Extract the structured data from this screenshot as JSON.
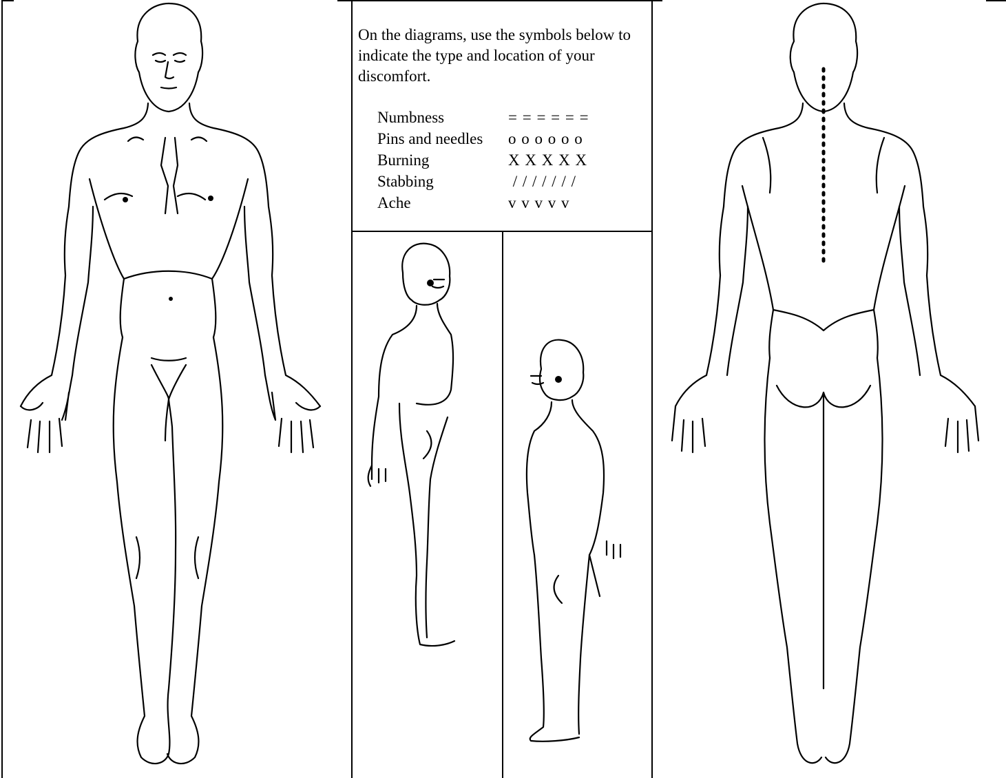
{
  "instructions": "On the diagrams, use the symbols below to indicate the type and location of your discomfort.",
  "legend": [
    {
      "label": "Numbness",
      "symbol": "= = = = = ="
    },
    {
      "label": "Pins and needles",
      "symbol": "o o o o o o"
    },
    {
      "label": "Burning",
      "symbol": "X X X X X"
    },
    {
      "label": "Stabbing",
      "symbol": " / / / / / / /"
    },
    {
      "label": "Ache",
      "symbol": "v v v v v"
    }
  ],
  "figures": {
    "front": "body-front-figure",
    "right_side": "body-right-side-figure",
    "left_side": "body-left-side-figure",
    "back": "body-back-figure"
  }
}
